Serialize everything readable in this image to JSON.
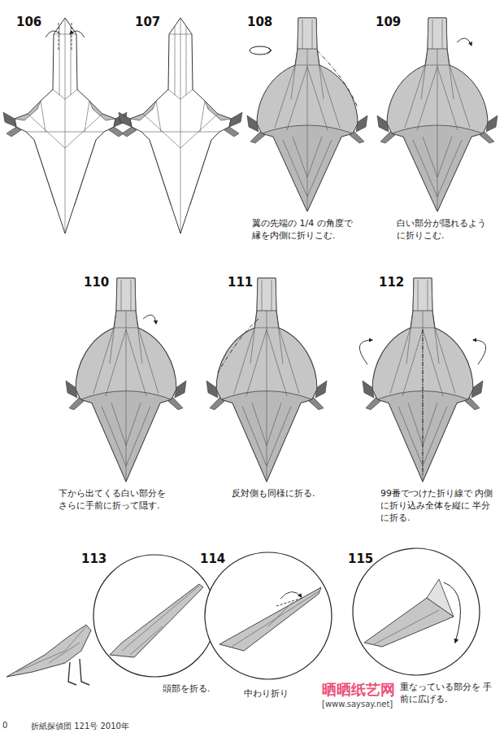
{
  "diagram": {
    "labels": [
      "106",
      "107",
      "108",
      "109",
      "翼の先端の 1/4 の角度で 縁を内側に折りこむ.",
      "白い部分が隠れるよう に折りこむ.",
      "110",
      "111",
      "112",
      "下から出てくる白い部分を さらに手前に折って隠す.",
      "反対側も同様に折る.",
      "99番でつけた折り線で 内側に折り込み全体を縦に 半分に折る.",
      "113",
      "114",
      "115",
      "頭部を折る.",
      "中わり折り",
      "重なっている部分を 手前に広げる.",
      "晒晒纸艺网",
      "[www.saysay.net]",
      "0",
      "折紙探偵団 121号 2010年"
    ]
  }
}
